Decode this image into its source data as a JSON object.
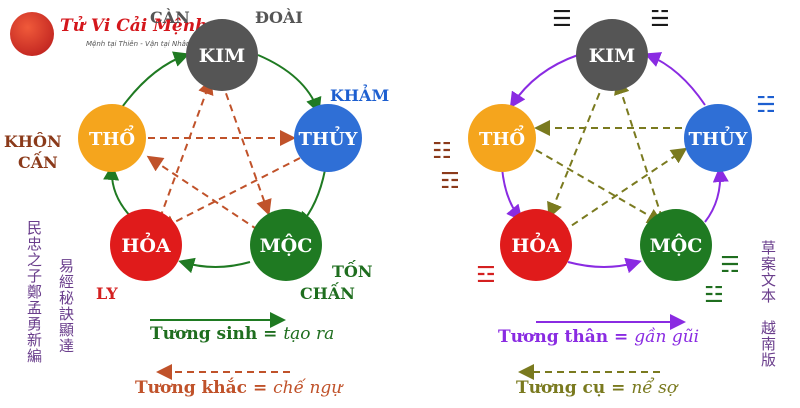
{
  "brand": {
    "title": "Tử Vi Cải Mệnh",
    "tagline": "Mệnh tại Thiên - Vận tại Nhân"
  },
  "elements": {
    "kim": "KIM",
    "thuy": "THỦY",
    "moc": "MỘC",
    "hoa": "HỎA",
    "tho": "THỔ"
  },
  "trigrams_left": {
    "can": "CÀN",
    "doai": "ĐOÀI",
    "kham": "KHẢM",
    "khon": "KHÔN",
    "can2": "CẤN",
    "ly": "LY",
    "ton": "TỐN",
    "chan": "CHẤN"
  },
  "trigram_symbols": {
    "can": "☰",
    "doai": "☱",
    "kham": "☵",
    "khon": "☷",
    "can2": "☶",
    "ly": "☲",
    "ton": "☴",
    "chan": "☳"
  },
  "vertical_left": [
    "民忠之子鄭孟勇新編",
    "易經秘訣顯達"
  ],
  "vertical_right": [
    "草案文本",
    "越南版"
  ],
  "legend_left": {
    "sinh_label": "Tương sinh = ",
    "sinh_meaning": "tạo ra",
    "khac_label": "Tương khắc = ",
    "khac_meaning": "chế ngự"
  },
  "legend_right": {
    "than_label": "Tương thân = ",
    "than_meaning": "gần gũi",
    "cu_label": "Tương cụ = ",
    "cu_meaning": "nể sợ"
  },
  "colors": {
    "kim": "#555555",
    "thuy": "#2f6fd6",
    "moc": "#1f7a22",
    "hoa": "#e01b1b",
    "tho": "#f5a51d",
    "sinh": "#1f7a22",
    "khac": "#c0522a",
    "than": "#8a2be2",
    "cu": "#7a7a1f",
    "brown": "#8b3a1a",
    "blue": "#1d5fd0",
    "green": "#1f6e1f",
    "red": "#d42020"
  }
}
